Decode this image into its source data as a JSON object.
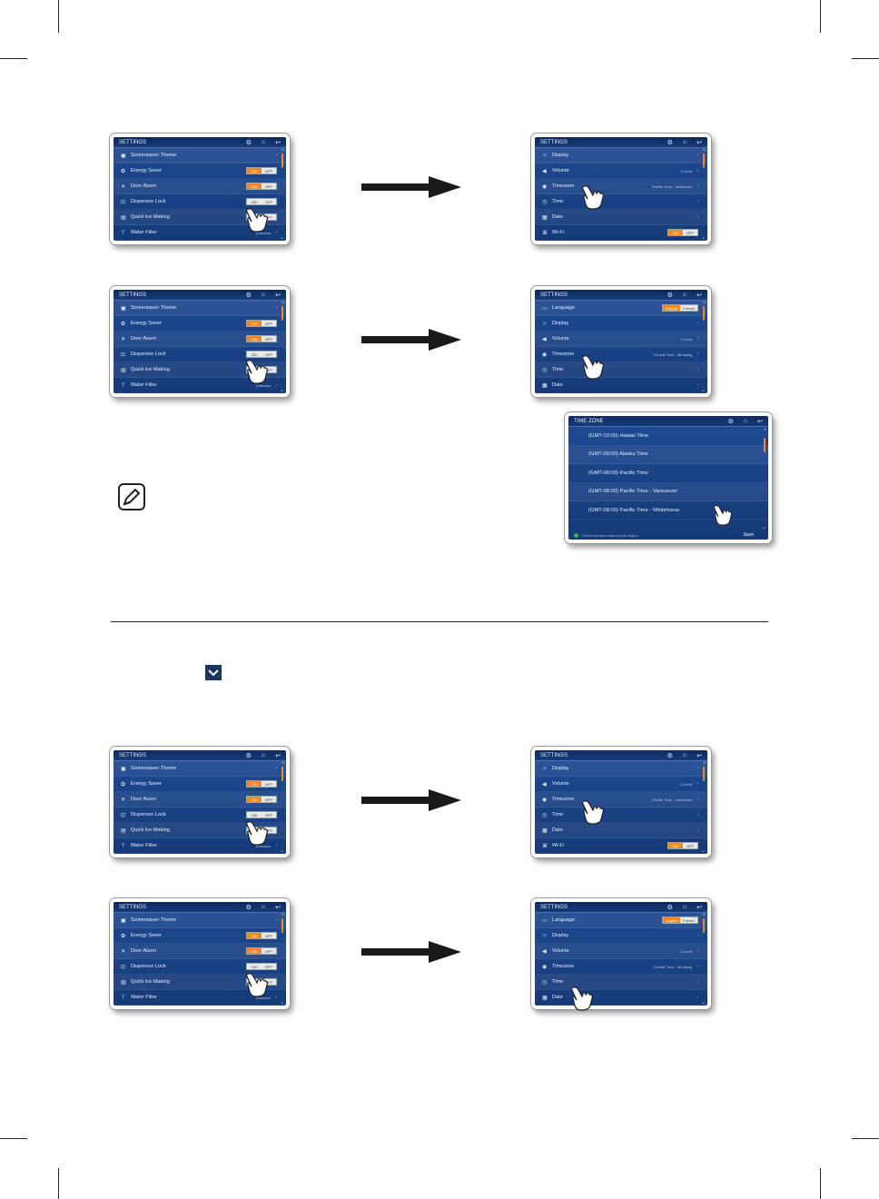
{
  "icons": {
    "gear": "gear-icon",
    "home": "home-icon",
    "back": "back-icon",
    "hand": "pointing-hand-icon",
    "note": "note-pencil-icon",
    "chevron": "chevron-down-icon"
  },
  "colors": {
    "panel": "#1f4b93",
    "header": "#0e2a5f",
    "toggle_on": "#f28a21",
    "toggle_off": "#e8e8e8",
    "arrow": "#1a1a1a"
  },
  "panels": {
    "settings_top_1": {
      "title": "SETTINGS",
      "rows": [
        {
          "icon": "screensaver-icon",
          "label": "Screensaver Theme"
        },
        {
          "icon": "energy-icon",
          "label": "Energy Saver",
          "on": "ON",
          "off": "OFF",
          "state": "on"
        },
        {
          "icon": "alarm-icon",
          "label": "Door Alarm",
          "on": "ON",
          "off": "OFF",
          "state": "on"
        },
        {
          "icon": "lock-icon",
          "label": "Dispenser Lock",
          "on": "ON",
          "off": "OFF",
          "state": "off"
        },
        {
          "icon": "ice-icon",
          "label": "Quick Ice Making",
          "on": "ON",
          "off": "OFF",
          "state": "off"
        },
        {
          "icon": "filter-icon",
          "label": "Water Filter",
          "value": "Unknown"
        }
      ]
    },
    "settings_display_1": {
      "title": "SETTINGS",
      "rows": [
        {
          "icon": "display-icon",
          "label": "Display"
        },
        {
          "icon": "volume-icon",
          "label": "Volume",
          "value": "3 Level"
        },
        {
          "icon": "timezone-icon",
          "label": "Timezone",
          "value": "Pacific Time - Vancouver"
        },
        {
          "icon": "time-icon",
          "label": "Time"
        },
        {
          "icon": "date-icon",
          "label": "Date"
        },
        {
          "icon": "wifi-icon",
          "label": "Wi-Fi",
          "on": "ON",
          "off": "OFF",
          "state": "on"
        }
      ]
    },
    "settings_lang_1": {
      "title": "SETTINGS",
      "rows": [
        {
          "icon": "language-icon",
          "label": "Language",
          "on": "English",
          "off": "French",
          "state": "on"
        },
        {
          "icon": "display-icon",
          "label": "Display"
        },
        {
          "icon": "volume-icon",
          "label": "Volume",
          "value": "3 Level"
        },
        {
          "icon": "timezone-icon",
          "label": "Timezone",
          "value": "Central Time - Winnipeg"
        },
        {
          "icon": "time-icon",
          "label": "Time"
        },
        {
          "icon": "date-icon",
          "label": "Date"
        }
      ]
    },
    "timezone": {
      "title": "TIME ZONE",
      "rows": [
        "(GMT-10:00) Hawaii Time",
        "(GMT-09:00) Alaska Time",
        "(GMT-08:00) Pacific Time",
        "(GMT-08:00) Pacific Time - Vancouver",
        "(GMT-08:00) Pacific Time - Whitehorse"
      ],
      "hint": "Select the time zone of your region.",
      "save": "Save"
    }
  }
}
